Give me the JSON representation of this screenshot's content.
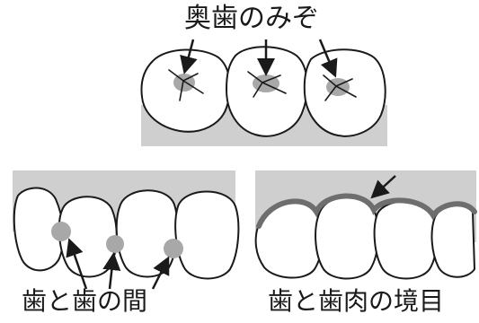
{
  "labels": {
    "occlusal_grooves": "奥歯のみぞ",
    "between_teeth": "歯と歯の間",
    "gum_line": "歯と歯肉の境目"
  },
  "colors": {
    "gum_gray": "#cfcfcf",
    "spot_gray": "#a8a8a8",
    "gumline_dark": "#6e6e6e",
    "outline": "#1a1a1a",
    "tooth_fill": "#ffffff"
  },
  "icons": [
    "arrow-icon",
    "tooth-icon"
  ]
}
